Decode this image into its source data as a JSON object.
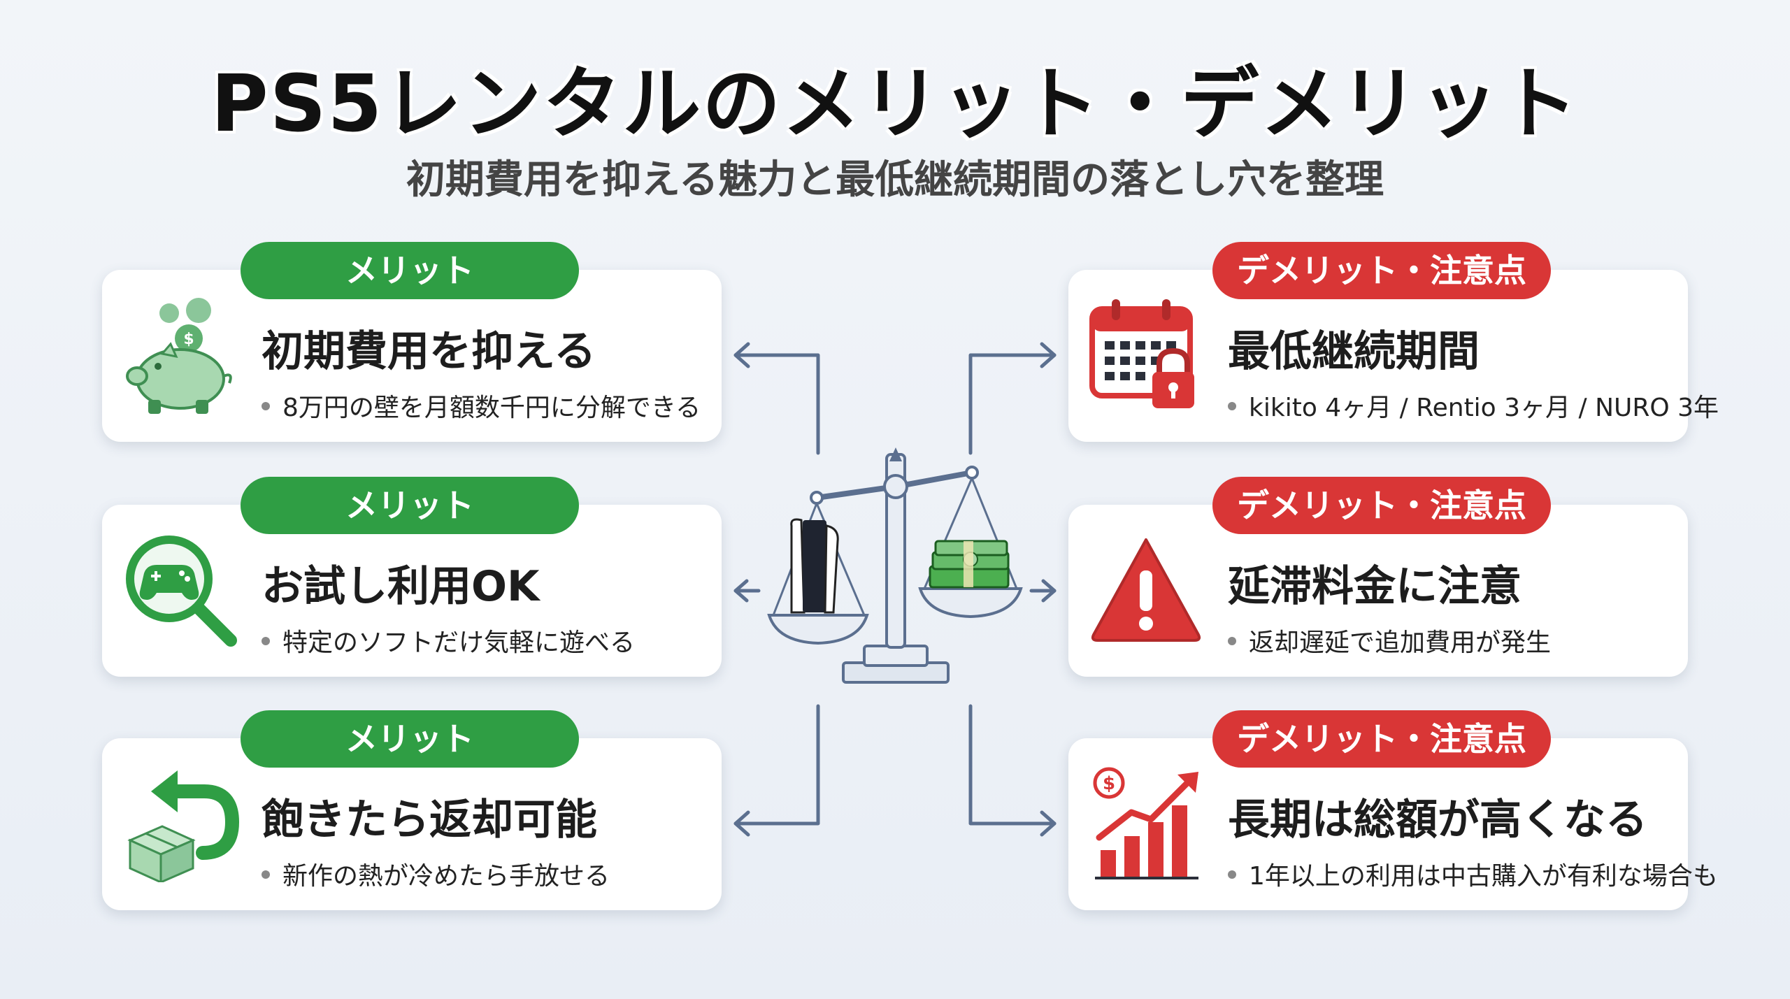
{
  "title": "PS5レンタルのメリット・デメリット",
  "subtitle": "初期費用を抑える魅力と最低継続期間の落とし穴を整理",
  "colors": {
    "merit": "#2f9e44",
    "demerit": "#d93636",
    "connector": "#5b6f8f"
  },
  "merits": [
    {
      "badge": "メリット",
      "icon": "piggy-bank-icon",
      "title": "初期費用を抑える",
      "bullet": "8万円の壁を月額数千円に分解できる"
    },
    {
      "badge": "メリット",
      "icon": "game-controller-magnifier-icon",
      "title": "お試し利用OK",
      "bullet": "特定のソフトだけ気軽に遊べる"
    },
    {
      "badge": "メリット",
      "icon": "return-box-icon",
      "title": "飽きたら返却可能",
      "bullet": "新作の熱が冷めたら手放せる"
    }
  ],
  "demerits": [
    {
      "badge": "デメリット・注意点",
      "icon": "calendar-lock-icon",
      "title": "最低継続期間",
      "bullet": "kikito 4ヶ月 / Rentio 3ヶ月 / NURO 3年"
    },
    {
      "badge": "デメリット・注意点",
      "icon": "warning-icon",
      "title": "延滞料金に注意",
      "bullet": "返却遅延で追加費用が発生"
    },
    {
      "badge": "デメリット・注意点",
      "icon": "rising-cost-chart-icon",
      "title": "長期は総額が高くなる",
      "bullet": "1年以上の利用は中古購入が有利な場合も"
    }
  ],
  "center_icon": "balance-scale-icon"
}
